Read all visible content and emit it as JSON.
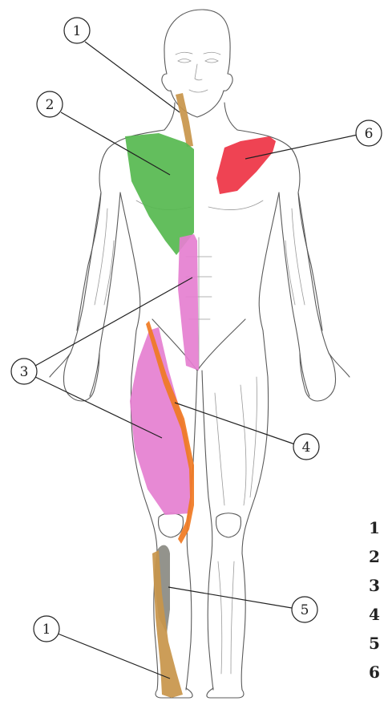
{
  "colors": {
    "region_1": "#c8954a",
    "region_2": "#56b84f",
    "region_3": "#e57fd0",
    "region_4": "#f07a22",
    "region_5": "#8a8a82",
    "region_6": "#ee3344"
  },
  "callouts": [
    {
      "label": "1"
    },
    {
      "label": "2"
    },
    {
      "label": "3"
    },
    {
      "label": "4"
    },
    {
      "label": "5"
    },
    {
      "label": "6"
    },
    {
      "label": "1"
    }
  ],
  "side_list": [
    "1",
    "2",
    "3",
    "4",
    "5",
    "6"
  ]
}
